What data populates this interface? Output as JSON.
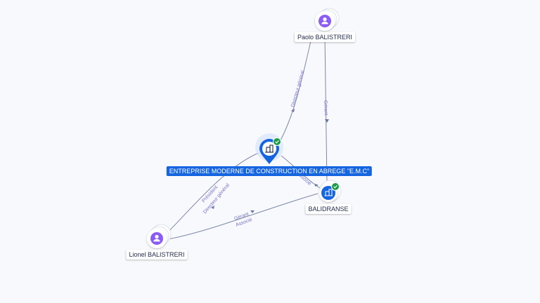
{
  "nodes": {
    "paolo": {
      "label": "Paolo BALISTRERI",
      "kind": "person"
    },
    "emc": {
      "label": "ENTREPRISE MODERNE DE CONSTRUCTION EN ABREGE \"E.M.C\"",
      "kind": "company",
      "verified": true
    },
    "balidranse": {
      "label": "BALIDRANSE",
      "kind": "company",
      "verified": true
    },
    "lionel": {
      "label": "Lionel BALISTRERI",
      "kind": "person"
    }
  },
  "edges": {
    "paolo_emc": "Directeur général",
    "paolo_balidranse": "Gérant",
    "emc_balidranse": "Associé",
    "lionel_emc_1": "Président",
    "lionel_emc_2": "Directeur général",
    "lionel_balidranse_1": "Gérant",
    "lionel_balidranse_2": "Associé"
  },
  "icons": {
    "person": "person-icon",
    "company": "building-icon",
    "verified": "check-badge-icon"
  },
  "colors": {
    "primary": "#1565e0",
    "person": "#8b5cf6",
    "verified": "#1a9c4a",
    "edge": "#7b88a8",
    "edge_label": "#7a73c9"
  }
}
